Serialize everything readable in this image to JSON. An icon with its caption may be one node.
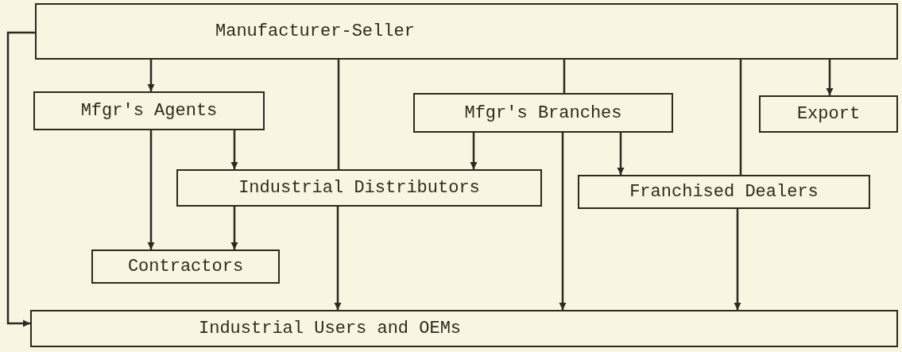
{
  "diagram": {
    "nodes": [
      {
        "text": [
          "Manufacturer-Seller"
        ]
      },
      {
        "text": [
          "Mfgr's Agents"
        ]
      },
      {
        "text": [
          "Mfgr's Branches"
        ]
      },
      {
        "text": [
          "Export"
        ]
      },
      {
        "text": [
          "Industrial Distributors"
        ]
      },
      {
        "text": [
          "Franchised Dealers"
        ]
      },
      {
        "text": [
          "Contractors"
        ]
      },
      {
        "text": [
          "Industrial Users and OEMs"
        ]
      }
    ],
    "edges": [
      {
        "from": 0,
        "to": 1,
        "arrow": "to"
      },
      {
        "from": 0,
        "to": 4,
        "arrow": "none"
      },
      {
        "from": 0,
        "to": 2,
        "arrow": "none"
      },
      {
        "from": 0,
        "to": 5,
        "arrow": "none"
      },
      {
        "from": 0,
        "to": 3,
        "arrow": "to"
      },
      {
        "from": 0,
        "to": 7,
        "arrow": "to"
      },
      {
        "from": 1,
        "to": 6,
        "arrow": "to"
      },
      {
        "from": 1,
        "to": 4,
        "arrow": "to"
      },
      {
        "from": 2,
        "to": 4,
        "arrow": "to"
      },
      {
        "from": 2,
        "to": 5,
        "arrow": "to"
      },
      {
        "from": 2,
        "to": 7,
        "arrow": "to"
      },
      {
        "from": 4,
        "to": 6,
        "arrow": "to"
      },
      {
        "from": 4,
        "to": 7,
        "arrow": "to"
      },
      {
        "from": 5,
        "to": 7,
        "arrow": "to"
      }
    ]
  }
}
